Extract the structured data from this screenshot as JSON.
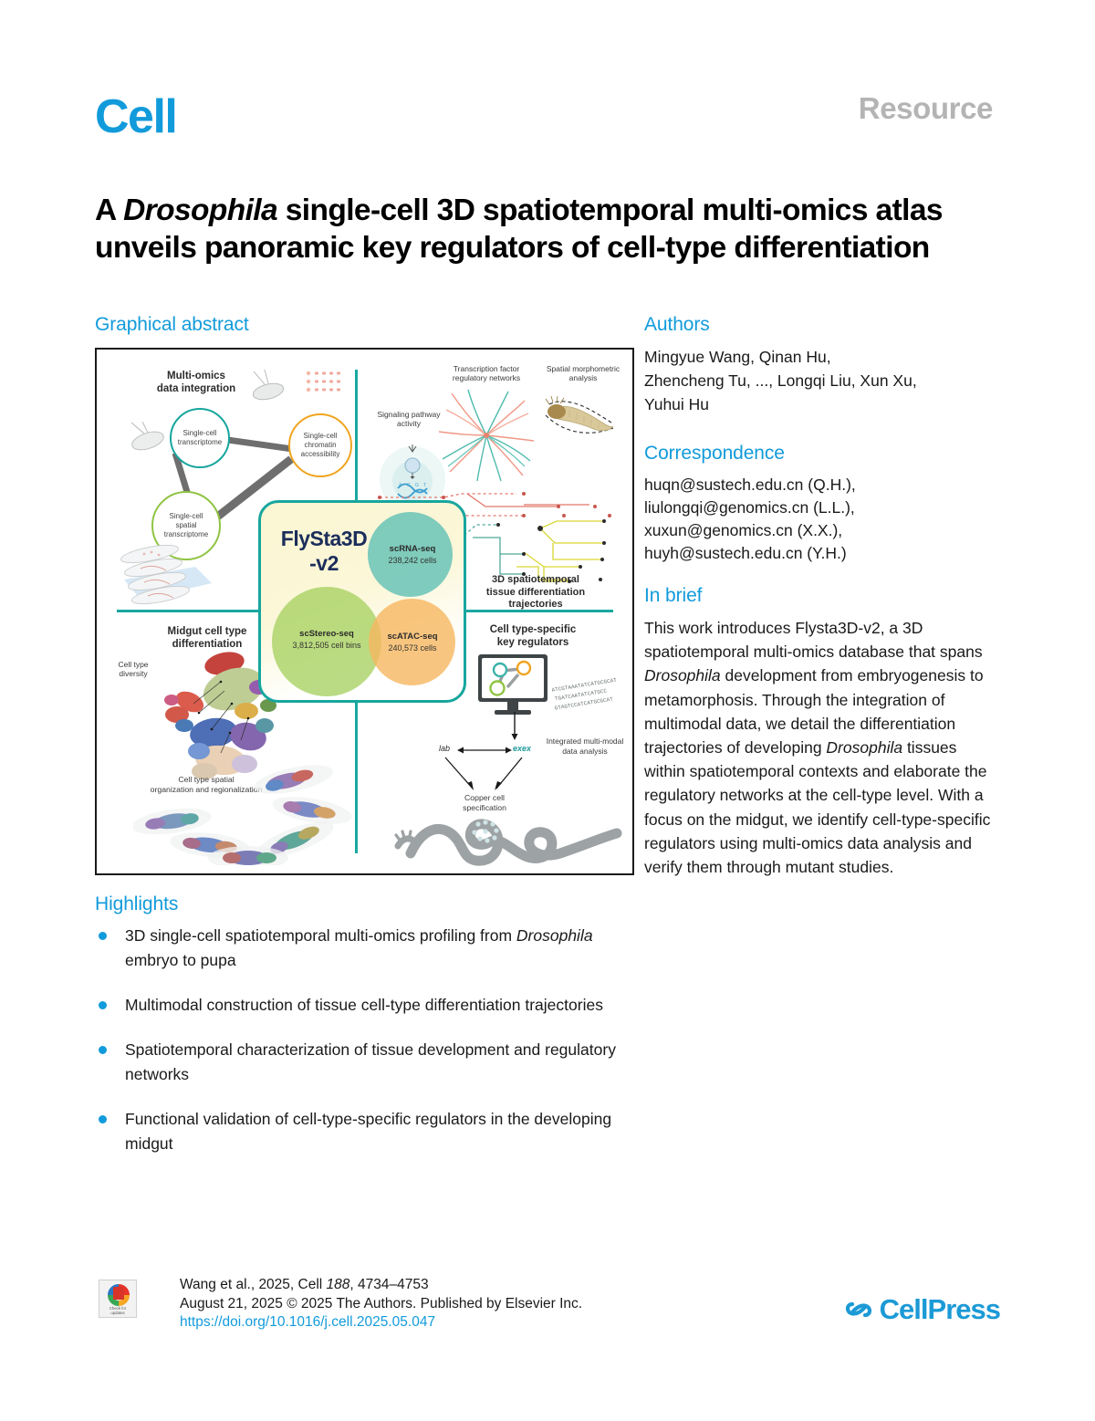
{
  "journal": {
    "logo_text": "Cell",
    "article_type": "Resource",
    "brand_color": "#129BDB"
  },
  "title": {
    "part1": "A ",
    "italic1": "Drosophila",
    "part2": " single-cell 3D spatiotemporal multi-omics atlas unveils panoramic key regulators of cell-type differentiation"
  },
  "graphical_abstract": {
    "heading": "Graphical abstract",
    "quadrant_top_left": {
      "title": "Multi-omics\ndata integration",
      "nodes": [
        {
          "label": "Single-cell\ntranscriptome",
          "color": "#17a69e"
        },
        {
          "label": "Single-cell\nchromatin\naccessibility",
          "color": "#f0a41e"
        },
        {
          "label": "Single-cell\nspatial\ntranscriptome",
          "color": "#8fc442"
        }
      ]
    },
    "core": {
      "name": "FlySta3D\n-v2",
      "datasets": [
        {
          "name": "scRNA-seq",
          "count": "238,242 cells",
          "color": "#4fbab2"
        },
        {
          "name": "scStereo-seq",
          "count": "3,812,505 cell bins",
          "color": "#a7d160"
        },
        {
          "name": "scATAC-seq",
          "count": "240,573 cells",
          "color": "#f6b660"
        }
      ]
    },
    "quadrant_top_right": {
      "label_signaling": "Signaling pathway\nactivity",
      "label_tf": "Transcription factor\nregulatory networks",
      "label_morpho": "Spatial morphometric\nanalysis",
      "label_trajectories": "3D spatiotemporal\ntissue differentiation\ntrajectories"
    },
    "quadrant_bottom_left": {
      "title": "Midgut cell type\ndifferentiation",
      "label_diversity": "Cell type\ndiversity",
      "label_spatial": "Cell type spatial\norganization and regionalization"
    },
    "quadrant_bottom_right": {
      "title": "Cell type-specific\nkey regulators",
      "gene_left": "lab",
      "gene_right": "exex",
      "label_copper": "Copper cell\nspecification",
      "label_integrated": "Integrated multi-modal\ndata analysis"
    }
  },
  "highlights": {
    "heading": "Highlights",
    "items": [
      {
        "pre": "3D single-cell spatiotemporal multi-omics profiling from ",
        "italic": "Drosophila",
        "post": " embryo to pupa"
      },
      {
        "pre": "Multimodal construction of tissue cell-type differentiation trajectories",
        "italic": "",
        "post": ""
      },
      {
        "pre": "Spatiotemporal characterization of tissue development and regulatory networks",
        "italic": "",
        "post": ""
      },
      {
        "pre": "Functional validation of cell-type-specific regulators in the developing midgut",
        "italic": "",
        "post": ""
      }
    ]
  },
  "authors": {
    "heading": "Authors",
    "list": "Mingyue Wang, Qinan Hu,\nZhencheng Tu, ..., Longqi Liu, Xun Xu,\nYuhui Hu"
  },
  "correspondence": {
    "heading": "Correspondence",
    "emails": "huqn@sustech.edu.cn (Q.H.),\nliulongqi@genomics.cn (L.L.),\nxuxun@genomics.cn (X.X.),\nhuyh@sustech.edu.cn (Y.H.)"
  },
  "in_brief": {
    "heading": "In brief",
    "seg1": "This work introduces Flysta3D-v2, a 3D spatiotemporal multi-omics database that spans ",
    "italic1": "Drosophila",
    "seg2": " development from embryogenesis to metamorphosis. Through the integration of multimodal data, we detail the differentiation trajectories of developing ",
    "italic2": "Drosophila",
    "seg3": " tissues within spatiotemporal contexts and elaborate the regulatory networks at the cell-type level. With a focus on the midgut, we identify cell-type-specific regulators using multi-omics data analysis and verify them through mutant studies."
  },
  "footer": {
    "crossmark_label": "Check for\nupdates",
    "citation_line1_pre": "Wang et al., 2025, Cell ",
    "citation_line1_vol": "188",
    "citation_line1_post": ", 4734–4753",
    "citation_line2": "August 21, 2025 © 2025 The Authors. Published by Elsevier Inc.",
    "doi": "https://doi.org/10.1016/j.cell.2025.05.047",
    "publisher": "CellPress"
  }
}
